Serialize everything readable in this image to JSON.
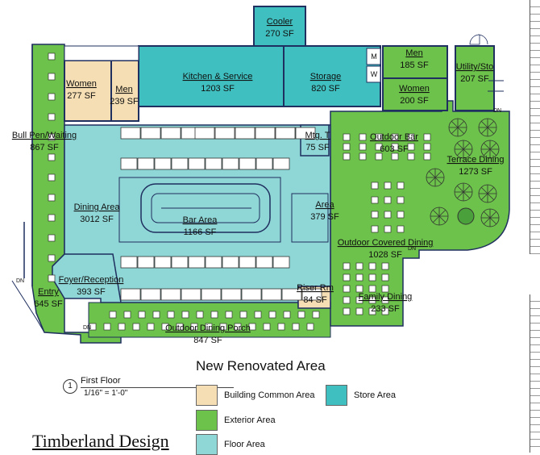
{
  "rooms": {
    "cooler": {
      "name": "Cooler",
      "area": "270 SF"
    },
    "kitchen": {
      "name": "Kitchen & Service",
      "area": "1203 SF"
    },
    "storage": {
      "name": "Storage",
      "area": "820 SF"
    },
    "women_left": {
      "name": "Women",
      "area": "277 SF"
    },
    "men_left": {
      "name": "Men",
      "area": "239 SF"
    },
    "men_right": {
      "name": "Men",
      "area": "185 SF"
    },
    "women_right": {
      "name": "Women",
      "area": "200 SF"
    },
    "utility": {
      "name": "Utility/Sto",
      "area": "207 SF"
    },
    "bullpen": {
      "name": "Bull Pen/Waiting",
      "area": "867 SF"
    },
    "dining": {
      "name": "Dining Area",
      "area": "3012 SF"
    },
    "bar": {
      "name": "Bar Area",
      "area": "1166 SF"
    },
    "area": {
      "name": "Area",
      "area": "379 SF"
    },
    "mtg": {
      "name": "Mtg. T",
      "area": "75 SF"
    },
    "outdoor_bar": {
      "name": "Outdoor Bar",
      "area": "603 SF"
    },
    "terrace": {
      "name": "Terrace Dining",
      "area": "1273 SF"
    },
    "outdoor_covered": {
      "name": "Outdoor Covered Dining",
      "area": "1028 SF"
    },
    "foyer": {
      "name": "Foyer/Reception",
      "area": "393 SF"
    },
    "riser": {
      "name": "Riser Rm",
      "area": "84 SF"
    },
    "family": {
      "name": "Family Dining",
      "area": "233 SF"
    },
    "entry": {
      "name": "Entry",
      "area": "645 SF"
    },
    "porch": {
      "name": "Outdoor Dining Porch",
      "area": "847 SF"
    }
  },
  "tags": {
    "m": "M",
    "w": "W",
    "dn": "DN"
  },
  "legend": {
    "title": "New Renovated Area",
    "items": [
      {
        "label": "Building Common Area",
        "color": "#f5deb3"
      },
      {
        "label": "Store Area",
        "color": "#3fbfbf"
      },
      {
        "label": "Exterior Area",
        "color": "#6cc24a"
      },
      {
        "label": "Floor Area",
        "color": "#8fd6d6"
      }
    ]
  },
  "scale": {
    "number": "1",
    "title": "First Floor",
    "text": "1/16\" = 1'-0\""
  },
  "brand": "Timberland Design",
  "colors": {
    "exterior": "#6cc24a",
    "floor": "#8fd6d6",
    "store": "#3fbfbf",
    "common": "#f5deb3",
    "wall": "#1f2f5f"
  }
}
